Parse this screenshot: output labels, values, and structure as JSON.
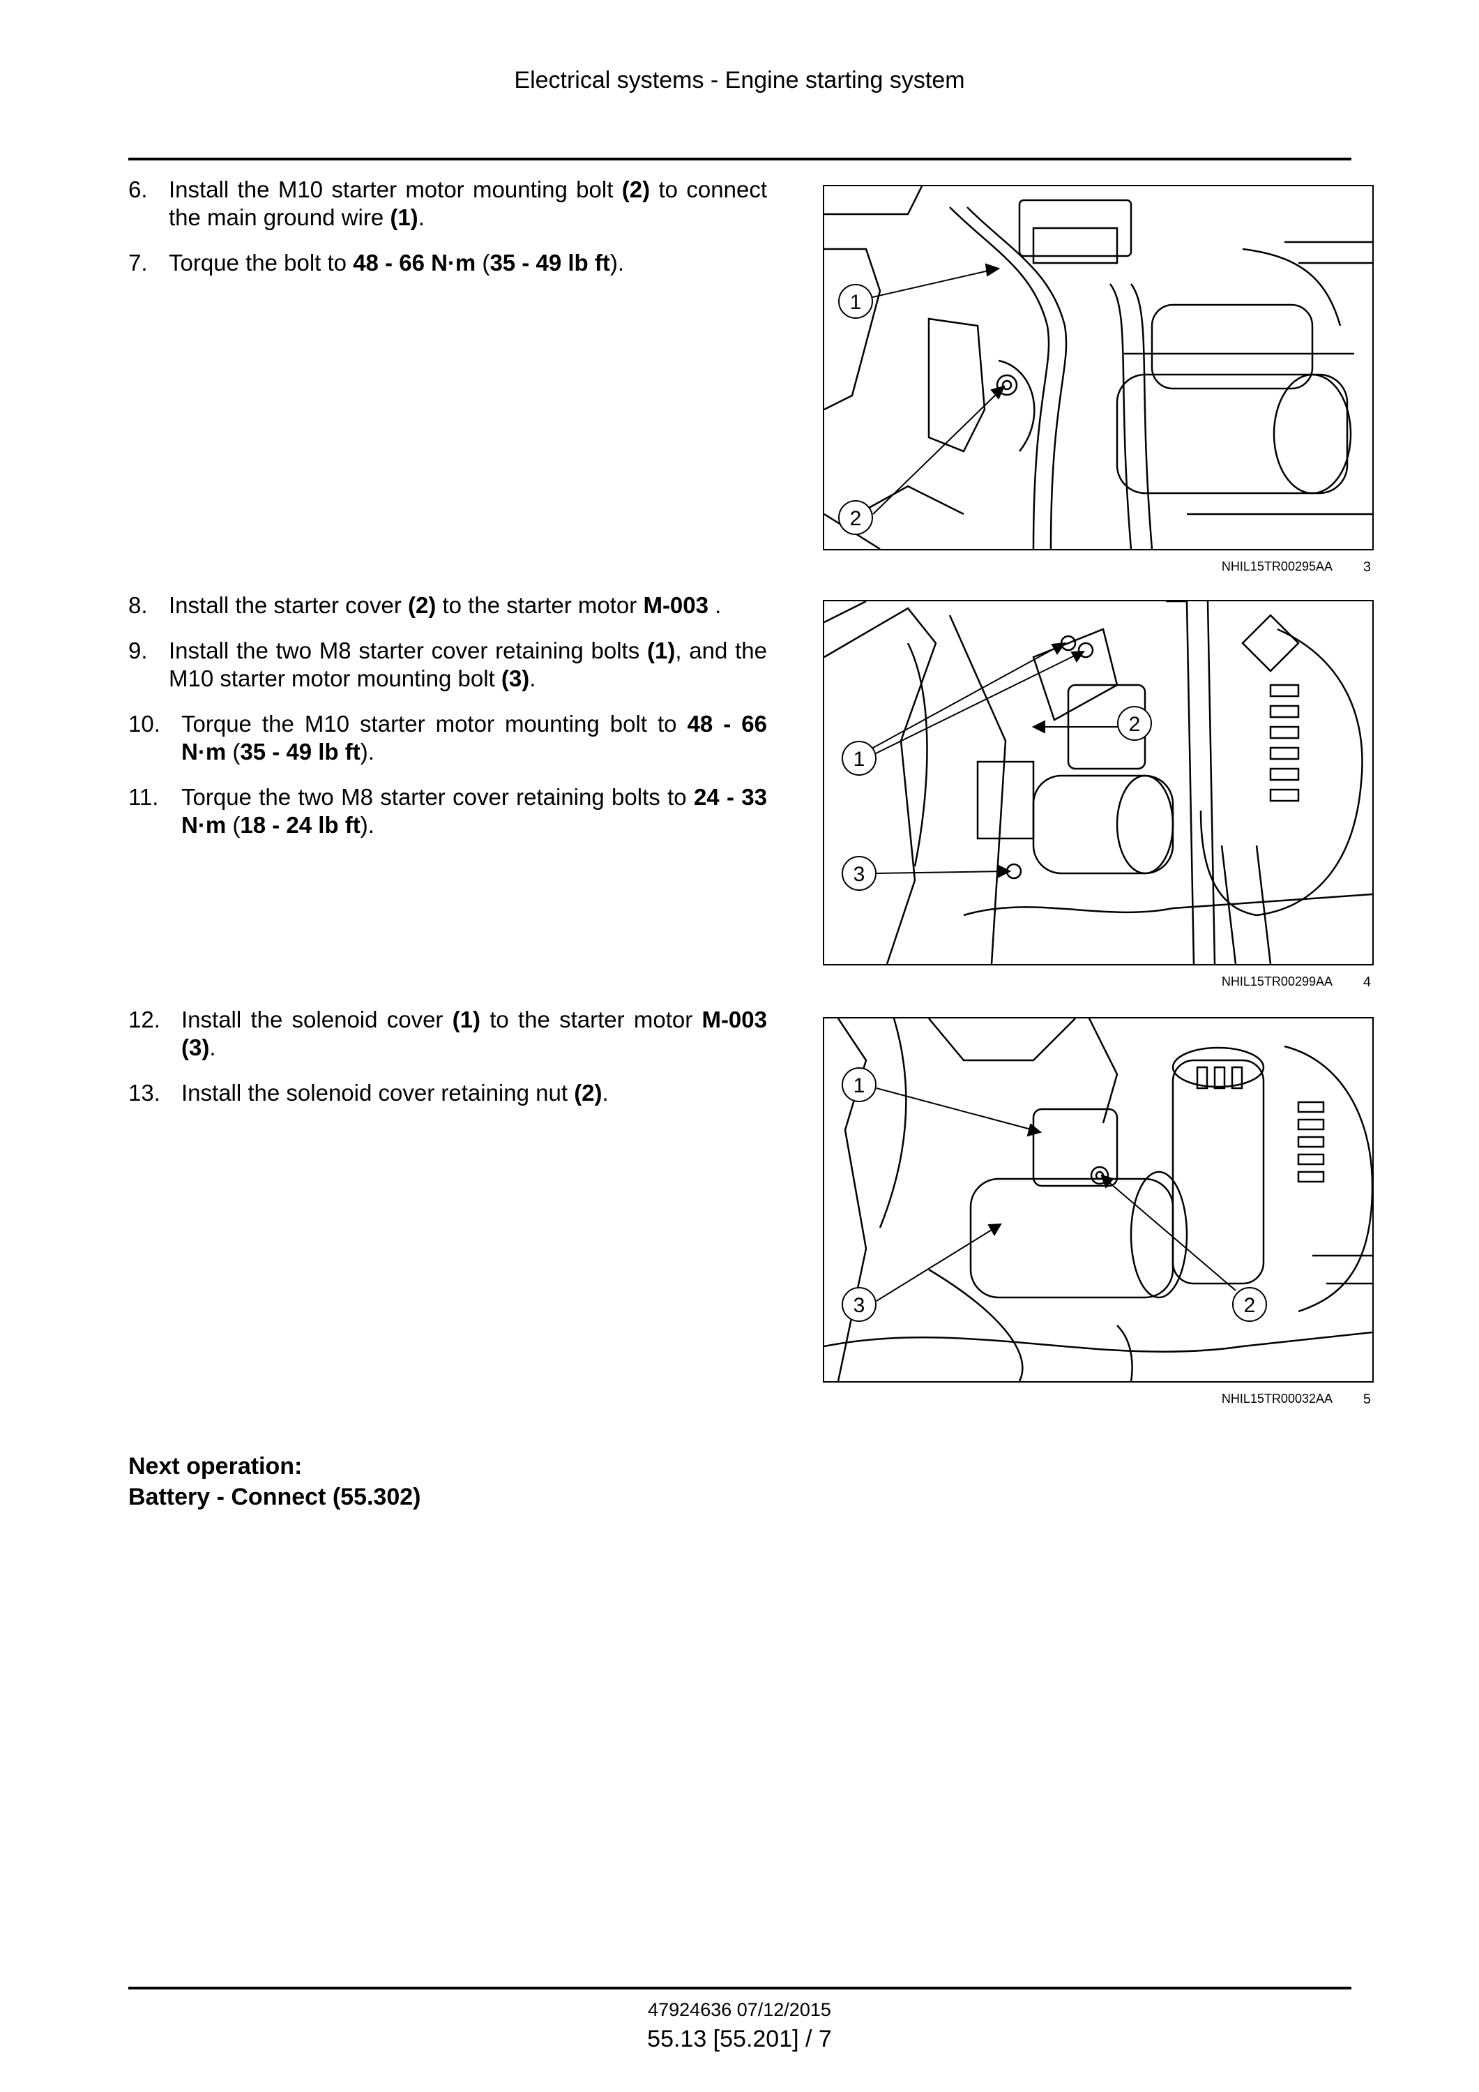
{
  "header": {
    "title": "Electrical systems - Engine starting system"
  },
  "steps_group1": [
    {
      "num": "6.",
      "parts": [
        "Install the M10 starter motor mounting bolt ",
        "(2)",
        " to connect the main ground wire ",
        "(1)",
        "."
      ]
    },
    {
      "num": "7.",
      "parts": [
        "Torque the bolt to ",
        "48 - 66 N·m",
        " (",
        "35 - 49 lb ft",
        ")."
      ]
    }
  ],
  "steps_group2": [
    {
      "num": "8.",
      "parts": [
        "Install the starter cover ",
        "(2)",
        " to the starter motor ",
        "M-003",
        " ."
      ]
    },
    {
      "num": "9.",
      "parts": [
        "Install the two M8 starter cover retaining bolts ",
        "(1)",
        ", and the M10 starter motor mounting bolt ",
        "(3)",
        "."
      ]
    },
    {
      "num": "10.",
      "parts": [
        "Torque the M10 starter motor mounting bolt to ",
        "48 - 66 N·m",
        " (",
        "35 - 49 lb ft",
        ")."
      ]
    },
    {
      "num": "11.",
      "parts": [
        "Torque the two M8 starter cover retaining bolts to ",
        "24 - 33 N·m",
        " (",
        "18 - 24 lb ft",
        ")."
      ]
    }
  ],
  "steps_group3": [
    {
      "num": "12.",
      "parts": [
        "Install the solenoid cover ",
        "(1)",
        " to the starter motor ",
        "M-003 (3)",
        "."
      ]
    },
    {
      "num": "13.",
      "parts": [
        "Install the solenoid cover retaining nut ",
        "(2)",
        "."
      ]
    }
  ],
  "figures": [
    {
      "code": "NHIL15TR00295AA",
      "number": "3",
      "callouts": [
        "1",
        "2"
      ]
    },
    {
      "code": "NHIL15TR00299AA",
      "number": "4",
      "callouts": [
        "1",
        "2",
        "3"
      ]
    },
    {
      "code": "NHIL15TR00032AA",
      "number": "5",
      "callouts": [
        "1",
        "3",
        "2"
      ]
    }
  ],
  "next_operation": {
    "label": "Next operation:",
    "link": "Battery - Connect (55.302)"
  },
  "footer": {
    "doc_id": "47924636 07/12/2015",
    "page_ref": "55.13 [55.201] / 7"
  }
}
